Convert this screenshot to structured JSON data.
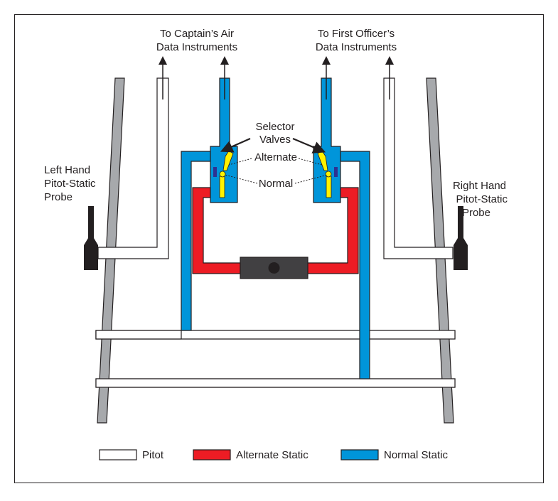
{
  "diagram": {
    "labels": {
      "captain_line1": "To Captain’s Air",
      "captain_line2": "Data Instruments",
      "fo_line1": "To First Officer’s",
      "fo_line2": "Data Instruments",
      "selector_line1": "Selector",
      "selector_line2": "Valves",
      "alternate": "Alternate",
      "normal": "Normal",
      "left_probe_line1": "Left Hand",
      "left_probe_line2": "Pitot-Static",
      "left_probe_line3": "Probe",
      "right_probe_line1": "Right Hand",
      "right_probe_line2": "Pitot-Static",
      "right_probe_line3": "Probe"
    },
    "legend": [
      {
        "label": "Pitot",
        "color": "#ffffff"
      },
      {
        "label": "Alternate Static",
        "color": "#ed1c24"
      },
      {
        "label": "Normal Static",
        "color": "#0095da"
      }
    ],
    "colors": {
      "pitot": "#ffffff",
      "alternate_static": "#ed1c24",
      "normal_static": "#0095da",
      "probe_body": "#a7a9ac",
      "probe_tip": "#231f20",
      "valve": "#fff200",
      "valve_knob": "#2e3192",
      "drain": "#414042",
      "outline": "#231f20"
    }
  }
}
